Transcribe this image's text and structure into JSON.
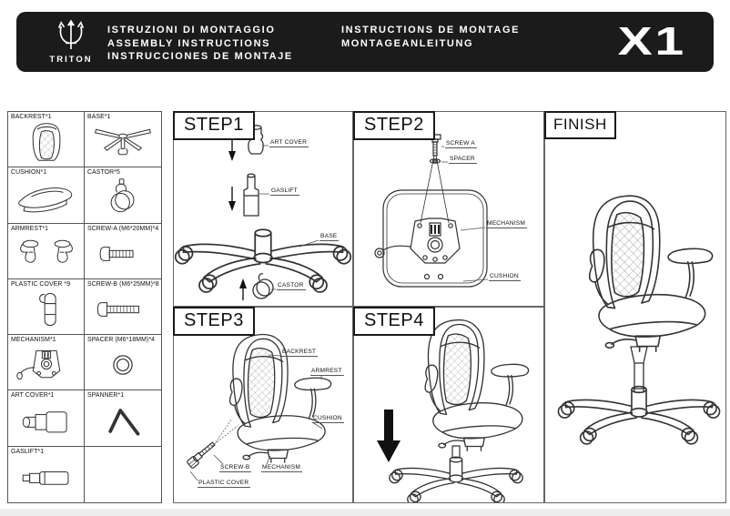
{
  "header": {
    "brand": "TRITON",
    "model": "X1",
    "left": {
      "l1": "ISTRUZIONI DI MONTAGGIO",
      "l2": "ASSEMBLY INSTRUCTIONS",
      "l3": "INSTRUCCIONES DE MONTAJE"
    },
    "right": {
      "l1": "INSTRUCTIONS DE MONTAGE",
      "l2": "MONTAGEANLEITUNG"
    }
  },
  "parts": {
    "cells": [
      {
        "label": "BACKREST*1"
      },
      {
        "label": "BASE*1"
      },
      {
        "label": "CUSHION*1"
      },
      {
        "label": "CASTOR*5"
      },
      {
        "label": "ARMREST*1"
      },
      {
        "label": "SCREW-A (M6*20MM)*4"
      },
      {
        "label": "PLASTIC COVER *9"
      },
      {
        "label": "SCREW-B (M6*25MM)*8"
      },
      {
        "label": "MECHANISM*1"
      },
      {
        "label": "SPACER (M6*18MM)*4"
      },
      {
        "label": "ART COVER*1"
      },
      {
        "label": "SPANNER*1"
      },
      {
        "label": "GASLIFT*1"
      }
    ]
  },
  "steps": {
    "s1": {
      "title": "STEP1",
      "art_cover": "ART COVER",
      "gaslift": "GASLIFT",
      "base": "BASE",
      "castor": "CASTOR"
    },
    "s2": {
      "title": "STEP2",
      "screw_a": "SCREW A",
      "spacer": "SPACER",
      "mechanism": "MECHANISM",
      "cushion": "CUSHION"
    },
    "s3": {
      "title": "STEP3",
      "backrest": "BACKREST",
      "armrest": "ARMREST",
      "cushion": "CUSHION",
      "screw_b": "SCREW-B",
      "mechanism": "MECHANISM",
      "plastic_cover": "PLASTIC COVER"
    },
    "s4": {
      "title": "STEP4"
    },
    "finish": {
      "title": "FINISH"
    }
  },
  "colors": {
    "header_bg": "#1b1b1b",
    "line": "#333333",
    "panel_border": "#666666"
  }
}
